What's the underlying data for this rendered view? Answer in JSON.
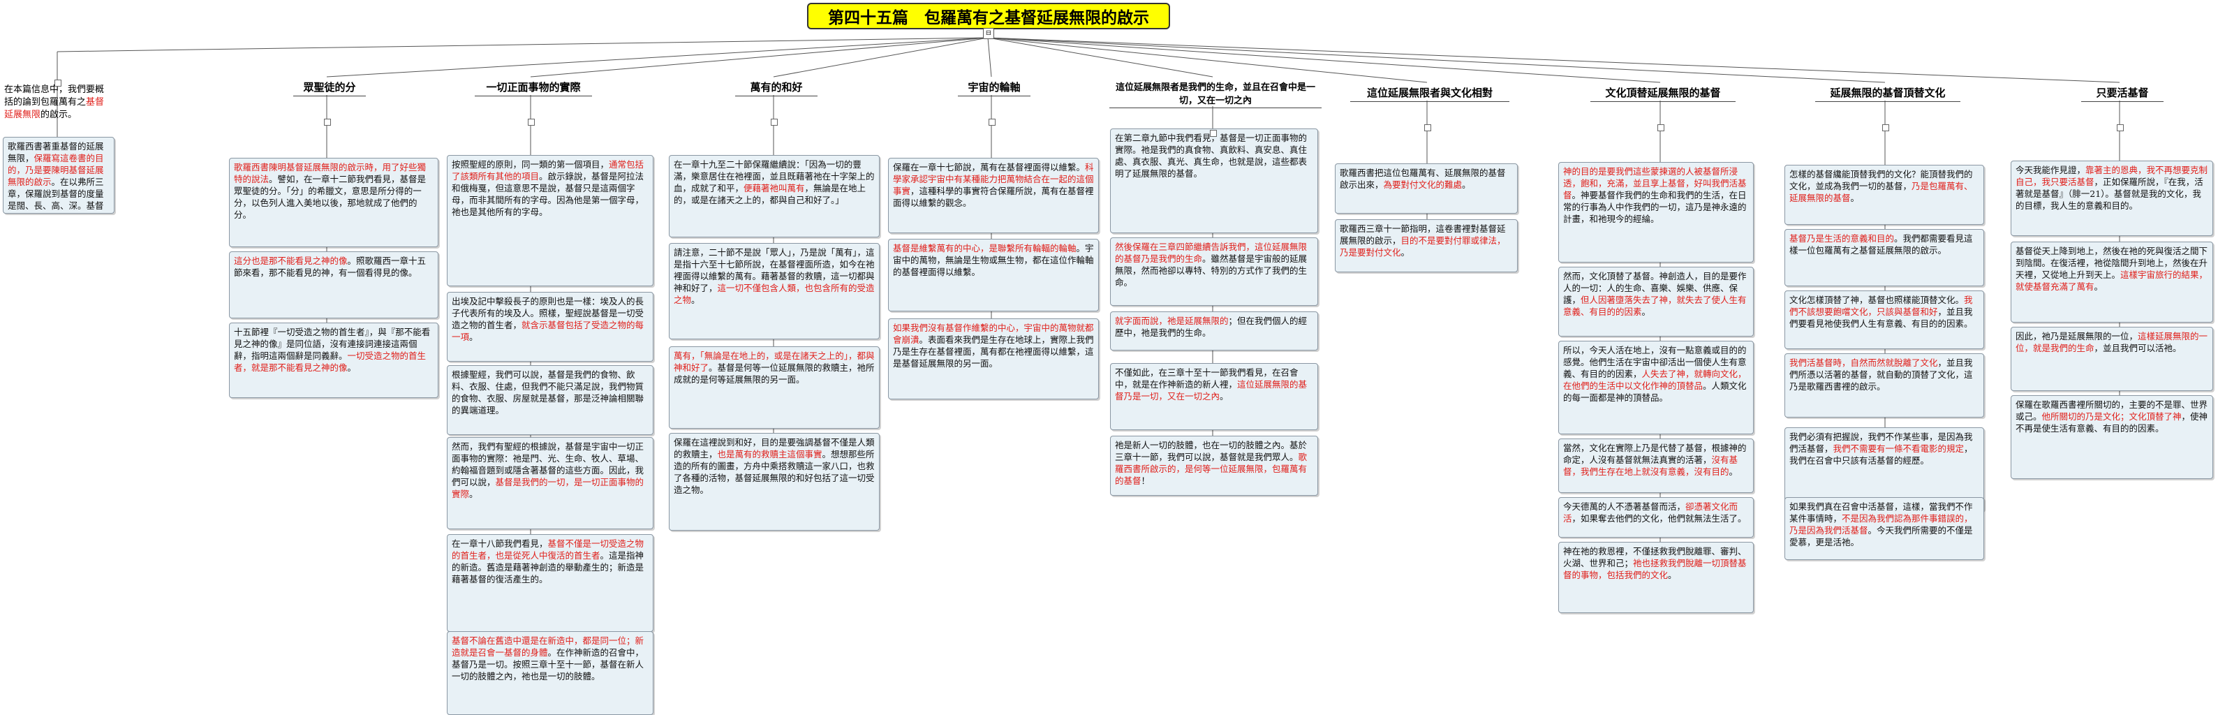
{
  "root": {
    "title": "第四十五篇　包羅萬有之基督延展無限的啟示"
  },
  "intro": {
    "segments": [
      {
        "t": "在本篇信息中，我們要概括的論到包羅萬有之",
        "red": false
      },
      {
        "t": "基督延展無限",
        "red": true
      },
      {
        "t": "的啟示。",
        "red": false
      }
    ]
  },
  "branches": [
    {
      "title": "",
      "notes": [
        [
          {
            "t": "歌羅西書著重基督的延展無限，",
            "red": false
          },
          {
            "t": "保羅寫這卷書的目的，乃是要陳明基督延展無限的啟示",
            "red": true
          },
          {
            "t": "。在以弗所三章，保羅說到基督的度量是闊、長、高、深。基督和宇宙一樣是無法測度的。",
            "red": false
          }
        ]
      ]
    },
    {
      "title": "眾聖徒的分",
      "notes": [
        [
          {
            "t": "歌羅西書陳明基督延展無限的啟示時，用了好些獨特的說法",
            "red": true
          },
          {
            "t": "。譬如，在一章十二節我們看見，基督是眾聖徒的分。「分」的希臘文，意思是所分得的一分，以色列人進入美地以後，那地就成了他們的分。",
            "red": false
          }
        ],
        [
          {
            "t": "這分也是那不能看見之神的像",
            "red": true
          },
          {
            "t": "。照歌羅西一章十五節來看，那不能看見的神，有一個看得見的像。",
            "red": false
          }
        ],
        [
          {
            "t": "十五節裡『一切受造之物的首生者』，與『那不能看見之神的像』是同位語，沒有連接詞連接這兩個辭，指明這兩個辭是同義辭。",
            "red": false
          },
          {
            "t": "一切受造之物的首生者，就是那不能看見之神的像",
            "red": true
          },
          {
            "t": "。",
            "red": false
          }
        ]
      ]
    },
    {
      "title": "一切正面事物的實際",
      "notes": [
        [
          {
            "t": "按照聖經的原則，同一類的第一個項目，",
            "red": false
          },
          {
            "t": "通常包括了該類所有其他的項目",
            "red": true
          },
          {
            "t": "。啟示錄說，基督是阿拉法和俄梅戛，但這意思不是說，基督只是這兩個字母，而非其間所有的字母。因為他是第一個字母，祂也是其他所有的字母。",
            "red": false
          }
        ],
        [
          {
            "t": "出埃及記中擊殺長子的原則也是一樣：埃及人的長子代表所有的埃及人。照樣，聖經說基督是一切受造之物的首生者，",
            "red": false
          },
          {
            "t": "就含示基督包括了受造之物的每一項",
            "red": true
          },
          {
            "t": "。",
            "red": false
          }
        ]
      ]
    },
    {
      "title": "萬有的和好",
      "notes": [
        [
          {
            "t": "在一章十九至二十節保羅繼續說：「因為一切的豐滿，樂意居住在祂裡面，並且既藉著祂在十字架上的血，成就了和平，",
            "red": false
          },
          {
            "t": "便藉著祂叫萬有",
            "red": true
          },
          {
            "t": "，無論是在地上的，或是在諸天之上的，都與自己和好了。」",
            "red": false
          }
        ],
        [
          {
            "t": "請注意，二十節不是說「眾人」，乃是說「萬有」，這是指十六至十七節所說，在基督裡面所造，如今在祂裡面得以維繫的萬有。藉著基督的救贖，這一切都與神和好了，",
            "red": false
          },
          {
            "t": "這一切不僅包含人類，也包含所有的受造之物",
            "red": true
          },
          {
            "t": "。",
            "red": false
          }
        ]
      ]
    },
    {
      "title": "宇宙的輪軸",
      "notes": [
        [
          {
            "t": "保羅在一章十七節說，萬有在基督裡面得以維繫。",
            "red": false
          },
          {
            "t": "科學家承認宇宙中有某種能力把萬物結合在一起的這個事實",
            "red": true
          },
          {
            "t": "，這種科學的事實符合保羅所說，萬有在基督裡面得以維繫的觀念。",
            "red": false
          }
        ],
        [
          {
            "t": "基督是維繫萬有的中心，是聯繫所有輪輻的輪軸",
            "red": true
          },
          {
            "t": "。宇宙中的萬物，無論是生物或無生物，都在這位作輪軸的基督裡面得以維繫。",
            "red": false
          }
        ]
      ]
    },
    {
      "title": "這位延展無限者是我們的生命，並且在召會中是一切，又在一切之內",
      "notes": [
        [
          {
            "t": "在第二章九節中我們看見，基督是一切正面事物的實際",
            "red": false
          },
          {
            "t": "。祂是我們的真食物、真飲料、真安息、真住處、真衣服、真光、真生命，也就是說，這些都表明了延展無限的基督。",
            "red": false
          }
        ],
        [
          {
            "t": "然後保羅在三章四節繼續告訴我們，這位延展無限的基督乃是我們的生命",
            "red": true
          },
          {
            "t": "。雖然基督是宇宙般的延展無限，然而祂卻以專特、特別的方式作了我們的生命。",
            "red": false
          }
        ],
        [
          {
            "t": "就字面而說，祂是延展無限的",
            "red": true
          },
          {
            "t": "；但在我們個人的經歷中，祂是我們的生命。",
            "red": false
          }
        ]
      ]
    },
    {
      "title": "這位延展無限者與文化相對",
      "notes": [
        [
          {
            "t": "歌羅西書把這位包羅萬有、延展無限的基督啟示出來，",
            "red": false
          },
          {
            "t": "為要對付文化的難處",
            "red": true
          },
          {
            "t": "。",
            "red": false
          }
        ],
        [
          {
            "t": "歌羅西三章十一節指明，這卷書裡對基督延展無限的啟示，",
            "red": false
          },
          {
            "t": "目的不是要對付罪或律法，乃是要對付文化",
            "red": true
          },
          {
            "t": "。",
            "red": false
          }
        ]
      ]
    },
    {
      "title": "文化頂替延展無限的基督",
      "notes": [
        [
          {
            "t": "神的目的是要我們這些蒙揀選的人被基督所浸透，飽和，充滿，並且享上基督，好叫我們活基督",
            "red": true
          },
          {
            "t": "。神要基督作我們的生命和我們的生活，在日常的行事為人中作我們的一切，這乃是神永遠的計畫，和祂現今的經綸。",
            "red": false
          }
        ],
        [
          {
            "t": "然而，文化頂替了基督。神創造人，目的是要作人的一切：人的生命、喜樂、娛樂、供應、保護，",
            "red": false
          },
          {
            "t": "但人因著墮落失去了神，就失去了使人生有意義、有目的的因素",
            "red": true
          },
          {
            "t": "。",
            "red": false
          }
        ],
        [
          {
            "t": "所以，今天人活在地上，沒有一點意義或目的的感覺。他們生活在宇宙中卻活出一個使人生有意義、有目的的因素，",
            "red": false
          },
          {
            "t": "人失去了神，就轉向文化，在他們的生活中以文化作神的頂替品",
            "red": true
          },
          {
            "t": "。人類文化的每一面都是神的頂替品。",
            "red": false
          }
        ]
      ]
    },
    {
      "title": "延展無限的基督頂替文化",
      "notes": [
        [
          {
            "t": "怎樣的基督纔能頂替我們的文化？能頂替我們的文化，並成為我們一切的基督，",
            "red": false
          },
          {
            "t": "乃是包羅萬有、延展無限的基督",
            "red": true
          },
          {
            "t": "。",
            "red": false
          }
        ],
        [
          {
            "t": "基督乃是生活的意義和目的",
            "red": true
          },
          {
            "t": "。我們都需要看見這樣一位包羅萬有之基督延展無限的啟示。",
            "red": false
          }
        ],
        [
          {
            "t": "文化怎樣頂替了神，基督也照樣能頂替文化。",
            "red": false
          },
          {
            "t": "我們不該想要飽嚐文化，只該與基督和好",
            "red": true
          },
          {
            "t": "，並且我們要看見祂使我們人生有意義、有目的的因素。",
            "red": false
          }
        ]
      ]
    },
    {
      "title": "只要活基督",
      "notes": [
        [
          {
            "t": "今天我能作見證，",
            "red": false
          },
          {
            "t": "靠著主的恩典，我不再想要克制自己，我只要活基督",
            "red": true
          },
          {
            "t": "，正如保羅所說，『在我，活著就是基督』（腓一21）。基督就是我的文化，我的目標，我人生的意義和目的。",
            "red": false
          }
        ],
        [
          {
            "t": "基督從天上降到地上，然後在祂的死與復活之間下到陰間。在復活裡，祂從陰間升到地上，然後在升天裡，又從地上升到天上。",
            "red": false
          },
          {
            "t": "這樣宇宙旅行的結果，就使基督充滿了萬有",
            "red": true
          },
          {
            "t": "。",
            "red": false
          }
        ],
        [
          {
            "t": "因此，祂乃是延展無限的一位，",
            "red": false
          },
          {
            "t": "這樣延展無限的一位，就是我們的生命",
            "red": true
          },
          {
            "t": "，並且我們可以活祂。",
            "red": false
          }
        ],
        [
          {
            "t": "保羅在歌羅西書裡所關切的，主要的不是罪、世界或己。",
            "red": false
          },
          {
            "t": "他所關切的乃是文化；文化頂替了神",
            "red": true
          },
          {
            "t": "，使神不再是使生活有意義、有目的的因素。",
            "red": false
          }
        ]
      ]
    }
  ],
  "extra_notes": {
    "col2": [
      [
        {
          "t": "根據聖經，我們可以說，基督是我們的食物、飲料、衣服、住處，但我們不能只滿足說，我們物質的食物、衣服、房屋就是基督，那是泛神論相關聯的異端道理。",
          "red": false
        }
      ],
      [
        {
          "t": "然而，我們有聖經的根據說，基督是宇宙中一切正面事物的實際：祂是門、光、生命、牧人、草場、約翰福音題到或隱含著基督的這些方面。因此，我們可以說，",
          "red": false
        },
        {
          "t": "基督是我們的一切，是一切正面事物的實際",
          "red": true
        },
        {
          "t": "。",
          "red": false
        }
      ],
      [
        {
          "t": "在一章十八節我們看見，",
          "red": false
        },
        {
          "t": "基督不僅是一切受造之物的首生者，也是從死人中復活的首生者",
          "red": true
        },
        {
          "t": "。這是指神的新造。舊造是藉著神創造的舉動產生的；新造是藉著基督的復活產生的。",
          "red": false
        }
      ],
      [
        {
          "t": "基督不論在舊造中還是在新造中，都是同一位；新造就是召會一基督的身體",
          "red": true
        },
        {
          "t": "。在作神新造的召會中，基督乃是一切。按照三章十至十一節，基督在新人一切的肢體之內，祂也是一切的肢體。",
          "red": false
        }
      ]
    ],
    "col3": [
      [
        {
          "t": "萬有，「無論是在地上的，或是在諸天之上的」，都與神和好了",
          "red": true
        },
        {
          "t": "。基督是何等一位延展無限的救贖主，祂所成就的是何等延展無限的另一面。",
          "red": false
        }
      ],
      [
        {
          "t": "保羅在這裡說到和好，目的是要強調基督不僅是人類的救贖主，",
          "red": false
        },
        {
          "t": "也是萬有的救贖主這個事實",
          "red": true
        },
        {
          "t": "。想想那些所造的所有的圖畫，方舟中乘搭救贖這一家八口，也救了各種的活物，基督延展無限的和好包括了這一切受造之物。",
          "red": false
        }
      ]
    ],
    "col4": [
      [
        {
          "t": "如果我們沒有基督作維繫的中心，宇宙中的萬物就都會崩潰",
          "red": true
        },
        {
          "t": "。表面看來我們是生存在地球上，實際上我們乃是生存在基督裡面，萬有都在祂裡面得以維繫，這是基督延展無限的另一面。",
          "red": false
        }
      ]
    ],
    "col5": [
      [
        {
          "t": "不僅如此，在三章十至十一節我們看見，在召會中，就是在作神新造的新人裡，",
          "red": false
        },
        {
          "t": "這位延展無限的基督乃是一切，又在一切之內",
          "red": true
        },
        {
          "t": "。",
          "red": false
        }
      ],
      [
        {
          "t": "祂是新人一切的肢體，也在一切的肢體之內。基於三章十一節，我們可以說，基督就是我們眾人。",
          "red": false
        },
        {
          "t": "歌羅西書所啟示的，是何等一位延展無限，包羅萬有的基督",
          "red": true
        },
        {
          "t": "！",
          "red": false
        }
      ]
    ],
    "col7": [
      [
        {
          "t": "當然，文化在實際上乃是代替了基督，根據神的命定，人沒有基督就無法真實的活著，",
          "red": false
        },
        {
          "t": "沒有基督，我們生存在地上就沒有意義，沒有目的",
          "red": true
        },
        {
          "t": "。",
          "red": false
        }
      ],
      [
        {
          "t": "今天德萬的人不憑著基督而活，",
          "red": false
        },
        {
          "t": "卻憑著文化而活",
          "red": true
        },
        {
          "t": "，如果奪去他們的文化，他們就無法生活了。",
          "red": false
        }
      ],
      [
        {
          "t": "神在祂的救恩裡，不僅拯救我們脫離罪、審判、火湖、世界和己；",
          "red": false
        },
        {
          "t": "祂也拯救我們脫離一切頂替基督的事物，包括我們的文化",
          "red": true
        },
        {
          "t": "。",
          "red": false
        }
      ]
    ],
    "col8": [
      [
        {
          "t": "我們活基督時，自然而然就脫離了文化",
          "red": true
        },
        {
          "t": "，並且我們所憑以活著的基督，就自動的頂替了文化，這乃是歌羅西書裡的啟示。",
          "red": false
        }
      ],
      [
        {
          "t": "我們必須有把握說，我們不作某些事，是因為我們活基督，",
          "red": false
        },
        {
          "t": "我們不需要有一條不看電影的規定",
          "red": true
        },
        {
          "t": "，我們在召會中只該有活基督的經歷。",
          "red": false
        }
      ],
      [
        {
          "t": "如果我們真在召會中活基督，這樣，當我們不作某件事情時，",
          "red": false
        },
        {
          "t": "不是因為我們認為那件事錯誤的，乃是因為我們活基督",
          "red": true
        },
        {
          "t": "。今天我們所需要的不僅是愛慕，更是活祂。",
          "red": false
        }
      ]
    ]
  },
  "colors": {
    "root_bg": "#ffff00",
    "note_bg": "#e8f1f6",
    "note_border": "#8a97a3",
    "red_text": "#e0201b",
    "line": "#555555"
  }
}
